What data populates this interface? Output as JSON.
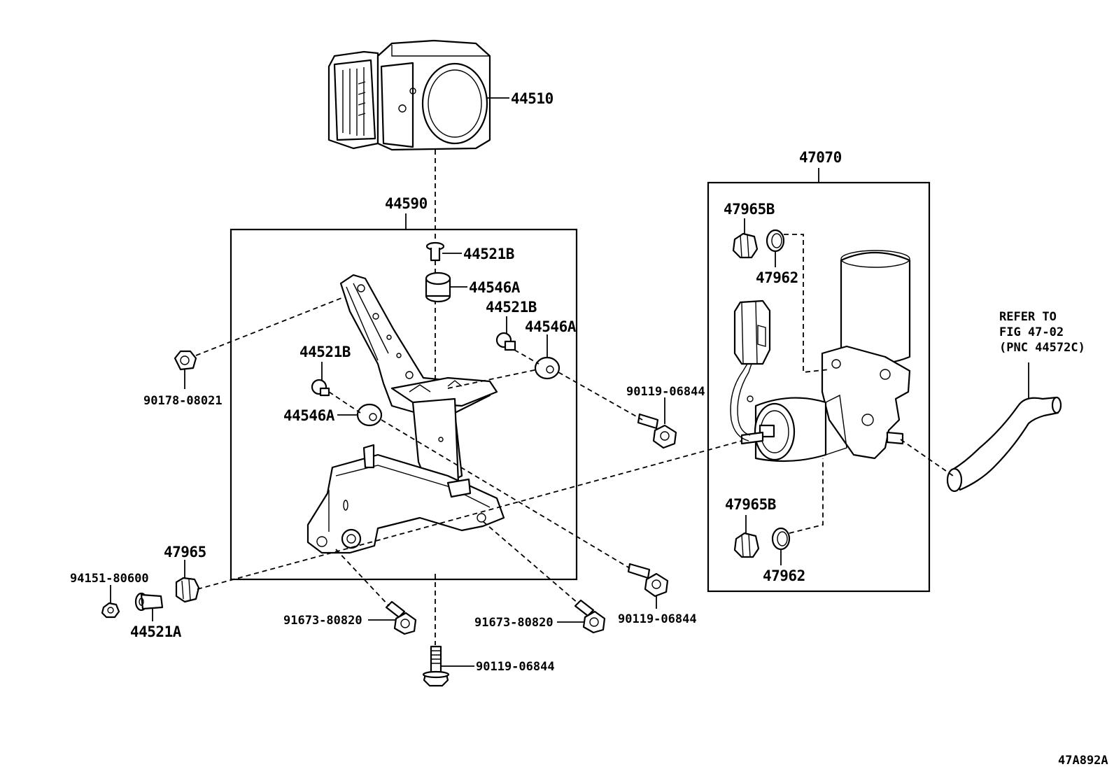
{
  "labels": {
    "abs_actuator": "44510",
    "bracket_assy": "44590",
    "cushion_top": "44521B",
    "grommet_top": "44546A",
    "cushion_right": "44521B",
    "grommet_right": "44546A",
    "cushion_left": "44521B",
    "grommet_left": "44546A",
    "nut_left": "90178-08021",
    "bolt_right_upper": "90119-06844",
    "bolt_right_lower": "90119-06844",
    "bolt_bottom": "90119-06844",
    "bolt_front_left": "91673-80820",
    "bolt_front_right": "91673-80820",
    "nut_small": "94151-80600",
    "cushion_small": "44521A",
    "grommet_small": "47965",
    "pump_assy": "47070",
    "pump_grommet_top": "47965B",
    "pump_ring_top": "47962",
    "pump_grommet_bottom": "47965B",
    "pump_ring_bottom": "47962",
    "refer_line1": "REFER TO",
    "refer_line2": "FIG 47-02",
    "refer_line3": "(PNC 44572C)",
    "figure_code": "47A892A"
  }
}
